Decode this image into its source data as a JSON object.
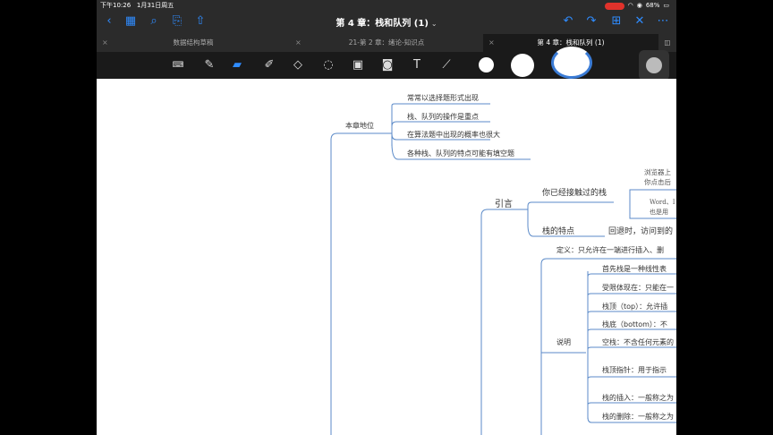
{
  "status_bar": {
    "time": "下午10:26",
    "date": "1月31日周五",
    "battery": "68%"
  },
  "nav": {
    "title": "第 4 章：栈和队列 (1)"
  },
  "tabs": [
    {
      "label": "数据结构草稿"
    },
    {
      "label": "21-第 2 章：绪论-知识点"
    },
    {
      "label": "第 4 章：栈和队列 (1)"
    }
  ],
  "tools": [
    "keyboard-icon",
    "pen-icon",
    "eraser-icon",
    "highlighter-icon",
    "shapes-icon",
    "lasso-icon",
    "image-icon",
    "camera-icon",
    "text-icon",
    "laser-icon"
  ],
  "colors": {
    "accent": "#2f8cff",
    "line": "#5b8ac8",
    "bar_bg": "#2b2b2b",
    "toolbar_bg": "#1a1a1a"
  },
  "mindmap": {
    "status_section": {
      "label": "本章地位",
      "items": [
        "常常以选择题形式出现",
        "栈、队列的操作是重点",
        "在算法题中出现的概率也很大",
        "各种栈、队列的特点可能有填空题"
      ]
    },
    "intro": {
      "label": "引言",
      "touched": "你已经接触过的栈",
      "browser_note_1": "浏览器上",
      "browser_note_2": "你点击后",
      "word_note_1": "Word、I",
      "word_note_2": "也是用",
      "features": "栈的特点",
      "features_note": "回退时，访问到的"
    },
    "definition": "定义：只允许在一端进行插入、删",
    "explanation": {
      "label": "说明",
      "items": [
        "首先栈是一种线性表",
        "受限体现在：只能在一",
        "栈顶（top）：允许插",
        "栈底（bottom）：不",
        "空栈：不含任何元素的",
        "栈顶指针：用于指示",
        "栈的插入：一般称之为",
        "栈的删除：一般称之为"
      ]
    }
  }
}
